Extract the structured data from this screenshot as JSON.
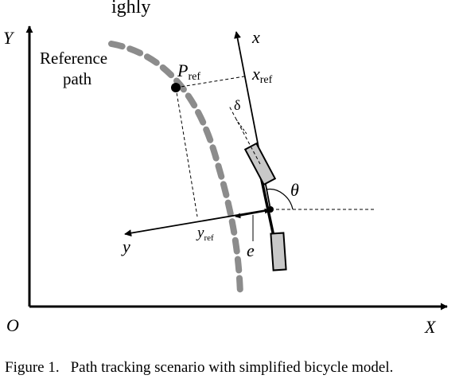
{
  "header_fragment": "ighly",
  "axes": {
    "Y": "Y",
    "X": "X",
    "origin": "O"
  },
  "reference_path_label": [
    "Reference",
    "path"
  ],
  "p_ref": {
    "main": "P",
    "sub": "ref"
  },
  "x_ref": {
    "main": "x",
    "sub": "ref"
  },
  "y_ref": {
    "main": "y",
    "sub": "ref"
  },
  "vehicle_axes": {
    "x": "x",
    "y": "y"
  },
  "angles": {
    "delta": "δ",
    "theta": "θ"
  },
  "error_label": "e",
  "caption": {
    "number": "Figure 1.",
    "text": "Path tracking scenario with simplified bicycle model."
  },
  "colors": {
    "reference_path": "#8c8c8c",
    "wheel_fill": "#c8c8c8",
    "ink": "#000000"
  }
}
